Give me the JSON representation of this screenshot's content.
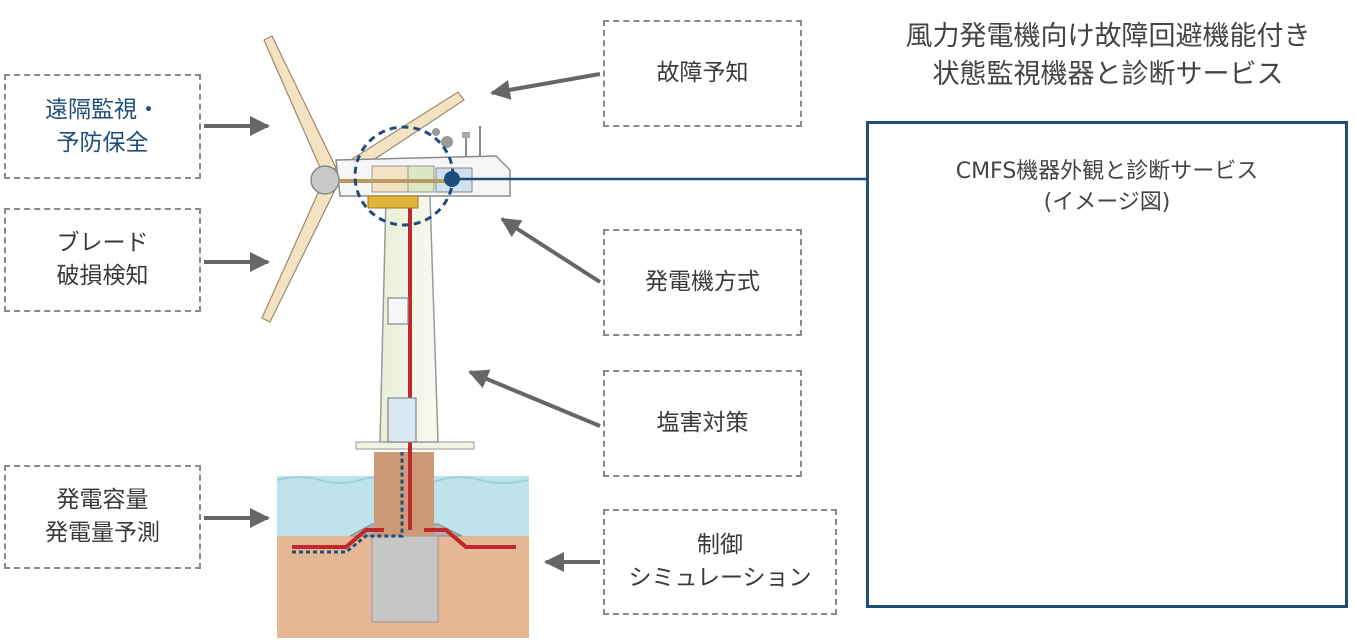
{
  "title": {
    "line1": "風力発電機向け故障回避機能付き",
    "line2": "状態監視機器と診断サービス"
  },
  "labels": {
    "remote": {
      "line1": "遠隔監視・",
      "line2": "予防保全"
    },
    "blade": {
      "line1": "ブレード",
      "line2": "破損検知"
    },
    "capacity": {
      "line1": "発電容量",
      "line2": "発電量予測"
    },
    "failure": {
      "line1": "故障予知"
    },
    "generator": {
      "line1": "発電機方式"
    },
    "salt": {
      "line1": "塩害対策"
    },
    "control": {
      "line1": "制御",
      "line2": "シミュレーション"
    }
  },
  "panel": {
    "title_line1": "CMFS機器外観と診断サービス",
    "title_line2": "(イメージ図)"
  },
  "colors": {
    "accent_blue": "#1f4e79",
    "label_blue": "#1f4e79",
    "arrow_gray": "#666666",
    "blade_fill": "#f3e3c3",
    "sea": "#bfe3ea",
    "soil": "#e5b794",
    "cable_red": "#c0282d"
  }
}
